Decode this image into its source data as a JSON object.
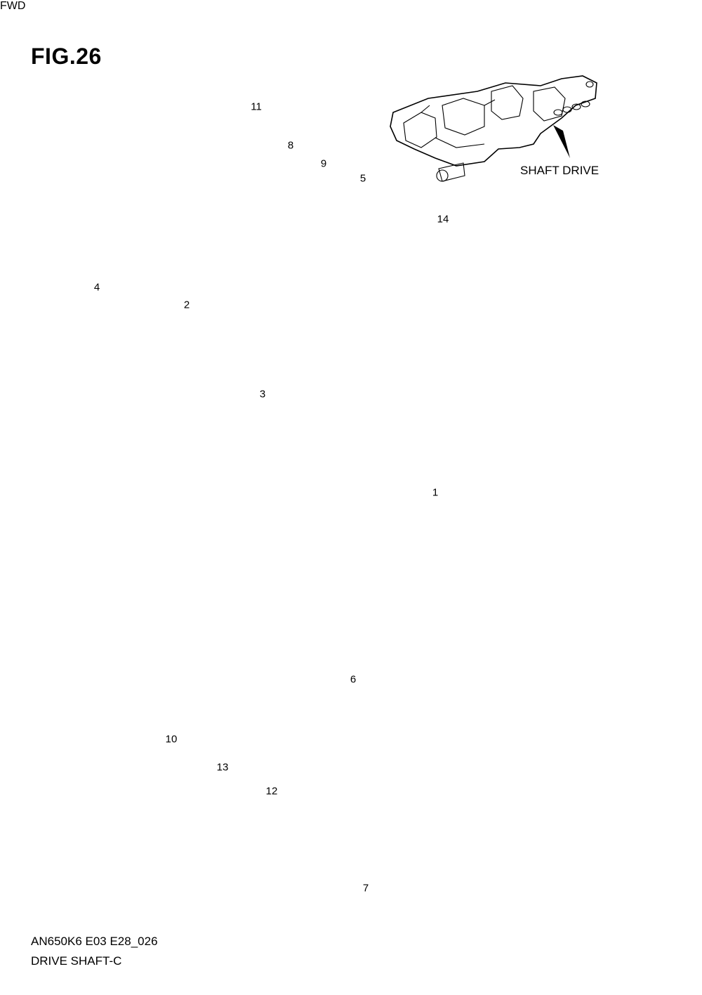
{
  "figure": {
    "title": "FIG.26"
  },
  "inset": {
    "caption": "SHAFT DRIVE"
  },
  "footer": {
    "model_code": "AN650K6 E03 E28_026",
    "diagram_name": "DRIVE SHAFT-C"
  },
  "fwd_symbol": {
    "text": "FWD"
  },
  "callouts": {
    "p1": "1",
    "p2": "2",
    "p3": "3",
    "p4": "4",
    "p5": "5",
    "p6": "6",
    "p7": "7",
    "p8": "8",
    "p9": "9",
    "p10": "10",
    "p11": "11",
    "p12": "12",
    "p13": "13",
    "p14": "14"
  }
}
